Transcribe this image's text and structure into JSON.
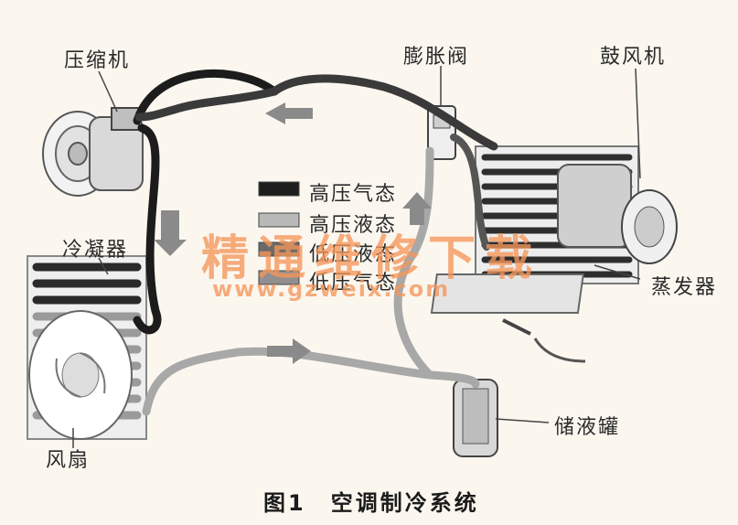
{
  "labels": {
    "compressor": "压缩机",
    "expansion_valve": "膨胀阀",
    "blower": "鼓风机",
    "condenser": "冷凝器",
    "evaporator": "蒸发器",
    "fan": "风扇",
    "receiver_drier": "储液罐"
  },
  "legend": [
    {
      "label": "高压气态",
      "color": "#1e1e1e"
    },
    {
      "label": "高压液态",
      "color": "#b9b9b9"
    },
    {
      "label": "低压液态",
      "color": "#6a6a6a"
    },
    {
      "label": "低压气态",
      "color": "#8f8f8f"
    }
  ],
  "watermark": {
    "text": "精通维修下载",
    "url": "www.gzweix.com"
  },
  "caption": "图1　空调制冷系统"
}
